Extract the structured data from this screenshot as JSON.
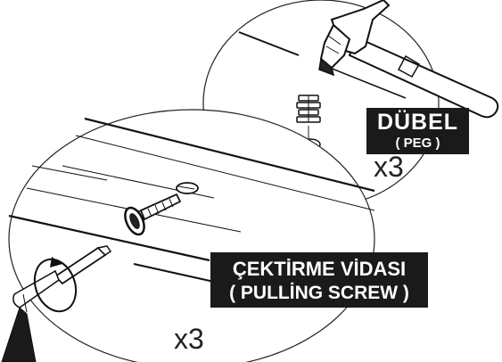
{
  "peg": {
    "label": "DÜBEL",
    "sublabel": "( PEG )",
    "quantity": "x3"
  },
  "screw": {
    "label": "ÇEKTİRME VİDASI",
    "sublabel": "( PULLİNG SCREW )",
    "quantity": "x3"
  }
}
